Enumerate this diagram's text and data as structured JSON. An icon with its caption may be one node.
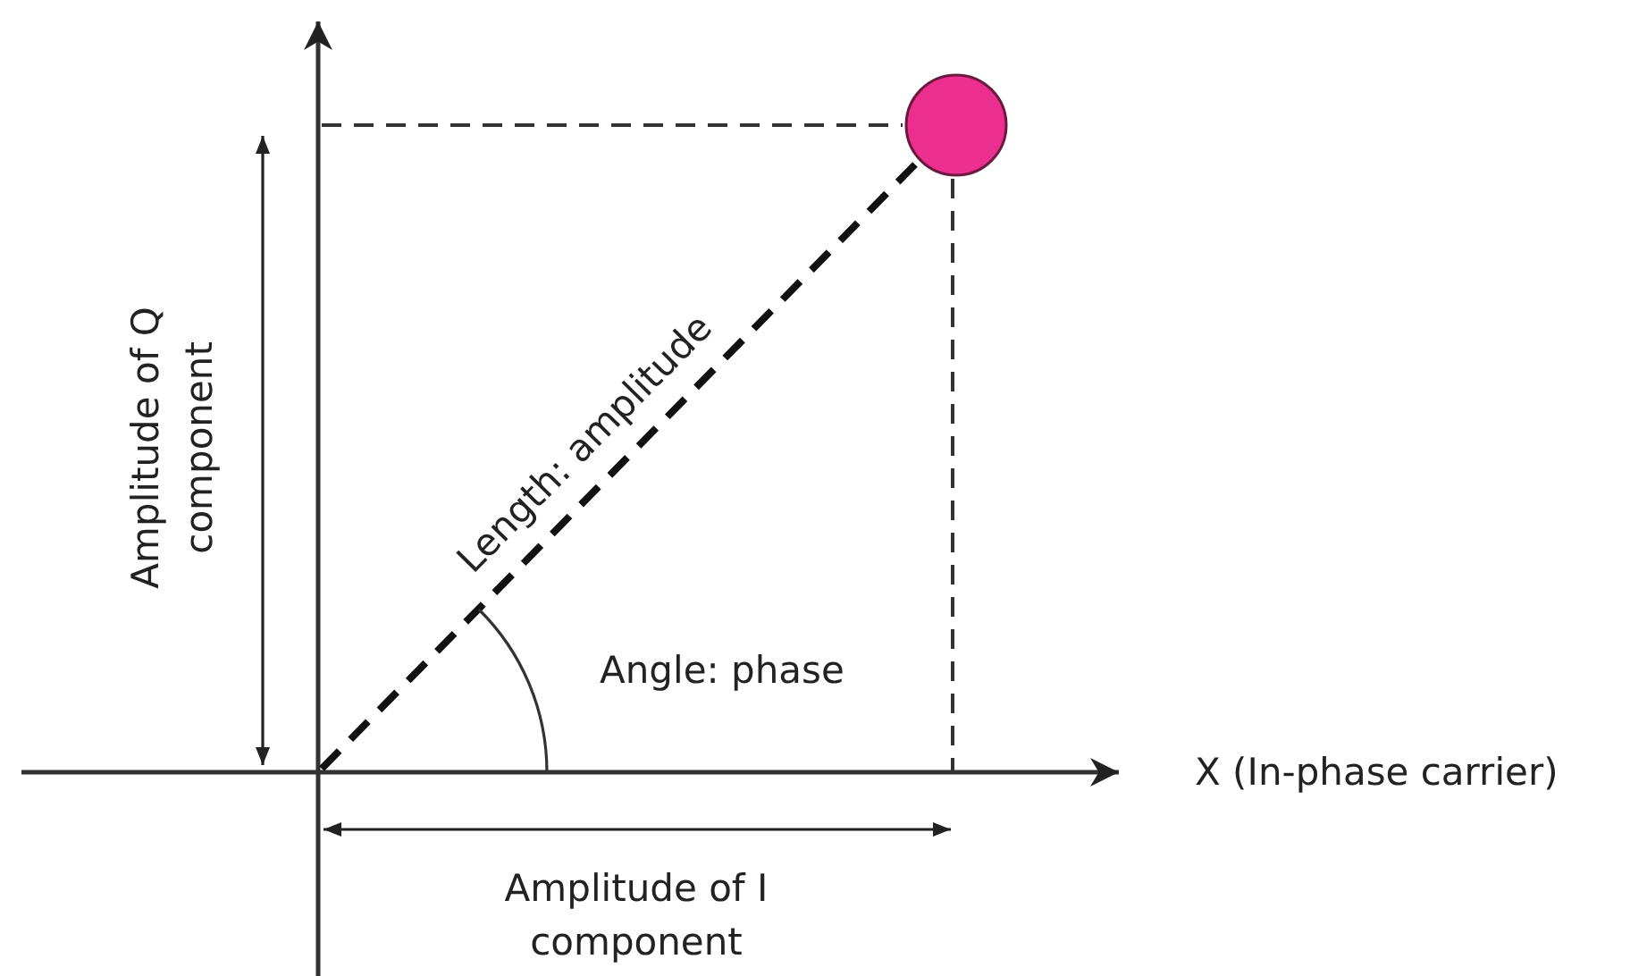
{
  "diagram": {
    "labels": [
      "Amplitude of Q component",
      "Length: amplitude",
      "Angle: phase",
      "X (In-phase carrier)",
      "Amplitude of I component"
    ]
  }
}
